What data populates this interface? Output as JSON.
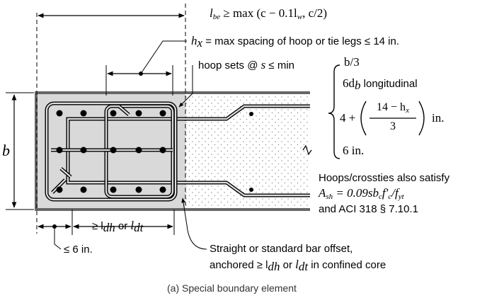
{
  "labels": {
    "lbe_label": "l",
    "lbe_sub": "be",
    "lbe_expr": "≥ max (c − 0.1l",
    "lbe_expr_sub": "w",
    "lbe_expr_end": ", c/2)",
    "hx_var": "h",
    "hx_sub": "x",
    "hx_text": "= max spacing of hoop or tie legs ≤ 14 in.",
    "hoop_text": "hoop sets @",
    "hoop_s": "s",
    "hoop_min": "≤ min",
    "b_label": "b",
    "spacing_1": "b/3",
    "spacing_2_a": "6d",
    "spacing_2_sub": "b",
    "spacing_2_b": " longitudinal",
    "spacing_3_a": "4 +",
    "spacing_3_num": "14 − h",
    "spacing_3_num_sub": "x",
    "spacing_3_den": "3",
    "spacing_3_b": "in.",
    "spacing_4": "6 in.",
    "hoops_line1": "Hoops/crossties also satisfy",
    "hoops_line2_a": "A",
    "hoops_line2_sub": "sh",
    "hoops_line2_b": " = 0.09sb",
    "hoops_line2_c_sub": "c",
    "hoops_line2_d": "f′",
    "hoops_line2_d_sub": "c",
    "hoops_line2_e": "/f",
    "hoops_line2_e_sub": "yt",
    "hoops_line3": "and ACI 318 § 7.10.1",
    "ldh_a": "≥ l",
    "ldh_sub": "dh",
    "ldh_or": " or ",
    "ldt": "l",
    "ldt_sub": "dt",
    "six_in": "≤ 6 in.",
    "straight_line1": "Straight or standard bar offset,",
    "straight_line2_a": "anchored ≥ l",
    "straight_line2_sub1": "dh",
    "straight_line2_or": " or ",
    "straight_line2_l": "l",
    "straight_line2_sub2": "dt",
    "straight_line2_end": " in confined core",
    "caption": "(a) Special boundary element"
  },
  "colors": {
    "wall_outline": "#666666",
    "boundary_fill": "#d9d9d9",
    "bar": "#000000"
  }
}
